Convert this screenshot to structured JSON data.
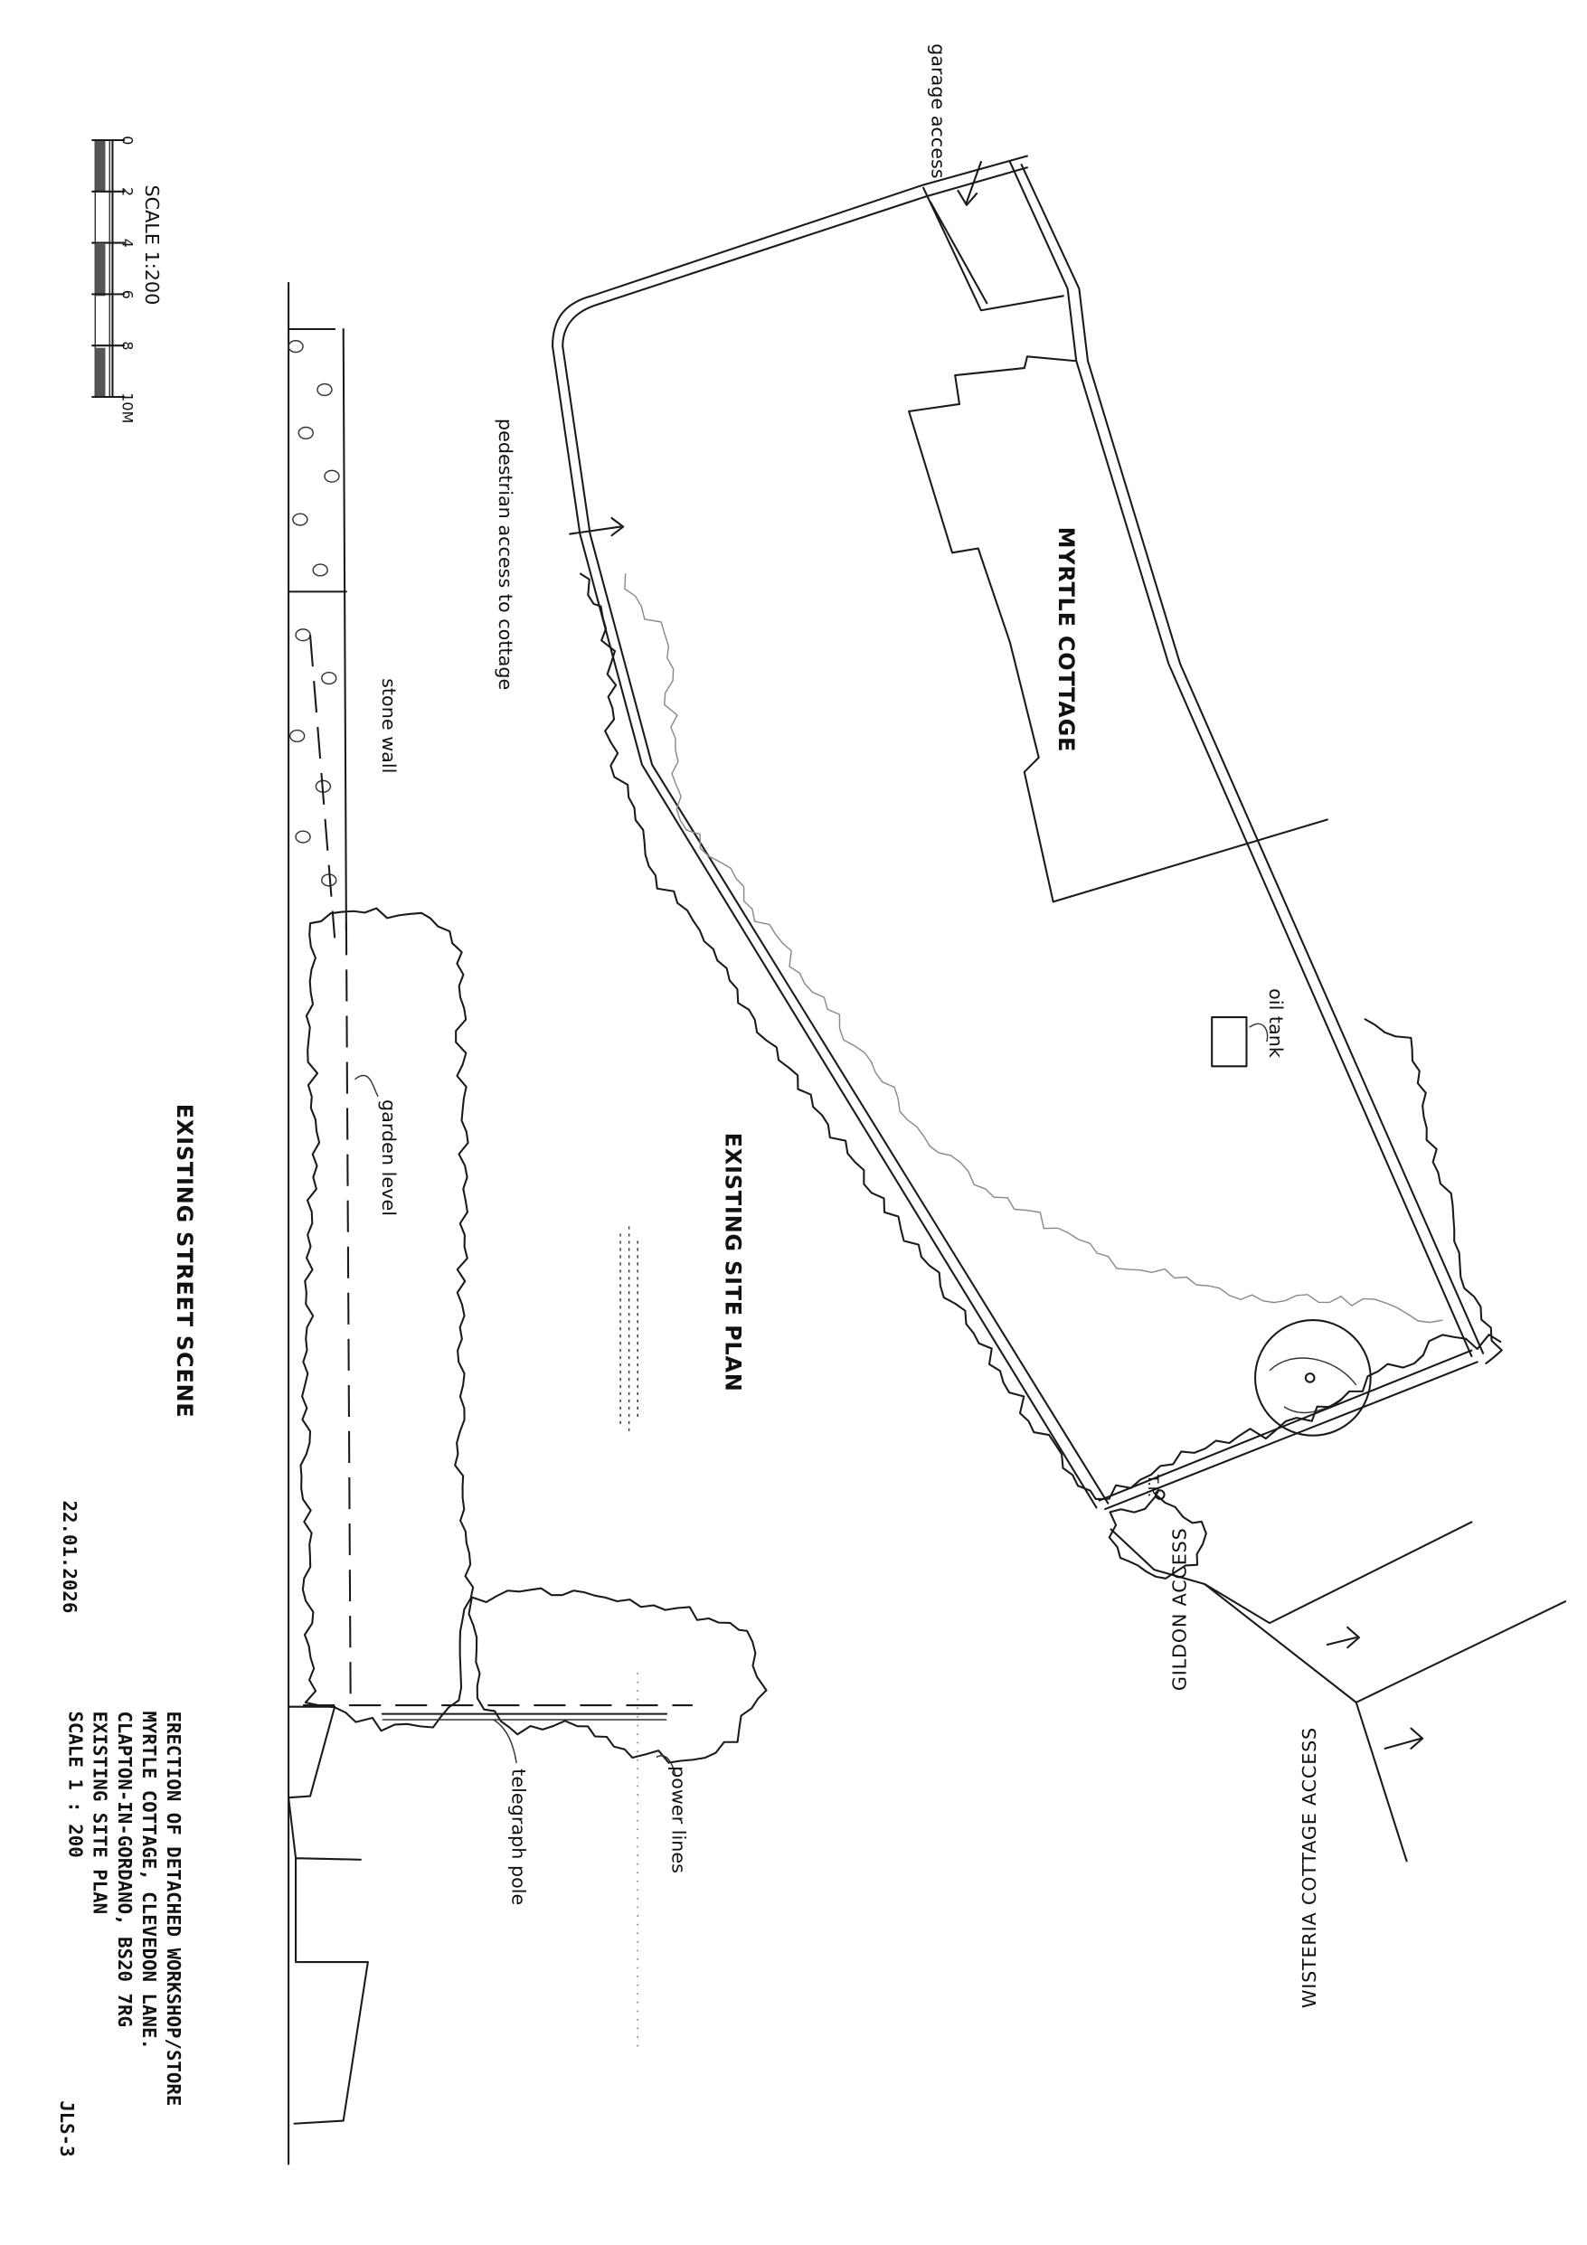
{
  "drawing": {
    "id": "JLS-3",
    "date": "22.01.2026",
    "scale_bar": {
      "title": "SCALE 1:200",
      "ticks": [
        "0",
        "2",
        "4",
        "6",
        "8",
        "10M"
      ]
    },
    "title_block": [
      "ERECTION OF DETACHED WORKSHOP/STORE",
      "MYRTLE COTTAGE, CLEVEDON LANE.",
      "CLAPTON-IN-GORDANO, BS20 7RG",
      "EXISTING SITE PLAN",
      "SCALE  1 : 200"
    ],
    "views": {
      "street_scene": "EXISTING STREET SCENE",
      "site_plan": "EXISTING SITE PLAN"
    },
    "labels": {
      "garage_access": "garage access",
      "pedestrian_access": "pedestrian access to cottage",
      "building": "MYRTLE COTTAGE",
      "stone_wall": "stone wall",
      "oil_tank": "oil tank",
      "garden_level": "garden level",
      "telegraph_pole_plan": "T.P.",
      "gildon_access": "GILDON ACCESS",
      "wisteria_access": "WISTERIA COTTAGE ACCESS",
      "telegraph_pole": "telegraph pole",
      "power_lines": "power lines"
    },
    "line_color": "#1a1a1a"
  }
}
